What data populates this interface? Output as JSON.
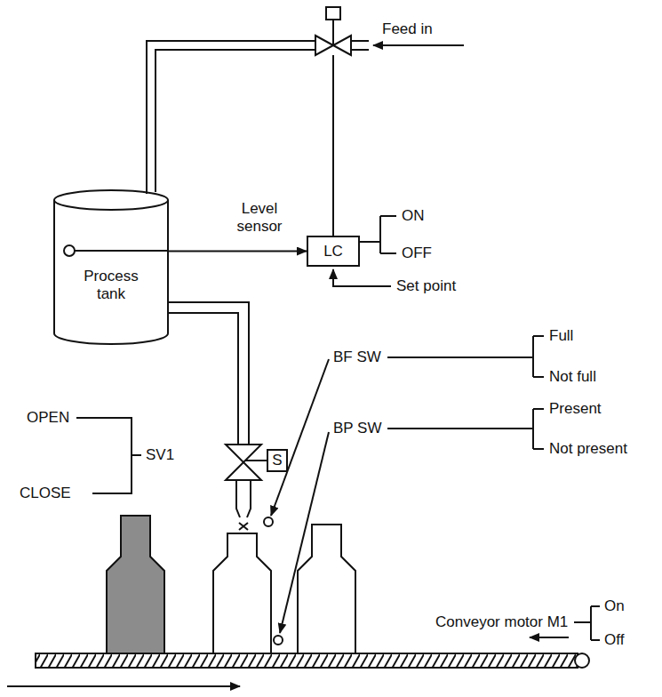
{
  "diagram": {
    "nodes": [
      {
        "text": [
          "Process tank"
        ]
      },
      {
        "text": [
          "LC"
        ]
      },
      {
        "text": [
          "S"
        ]
      }
    ],
    "edges": [
      {
        "from": 0,
        "to": 1,
        "arrow": "to"
      }
    ],
    "labels": [
      "Feed in",
      "Level sensor",
      "ON",
      "OFF",
      "Set point",
      "OPEN",
      "CLOSE",
      "SV1",
      "BF SW",
      "Full",
      "Not full",
      "BP SW",
      "Present",
      "Not present",
      "Conveyor motor M1",
      "On",
      "Off"
    ]
  }
}
